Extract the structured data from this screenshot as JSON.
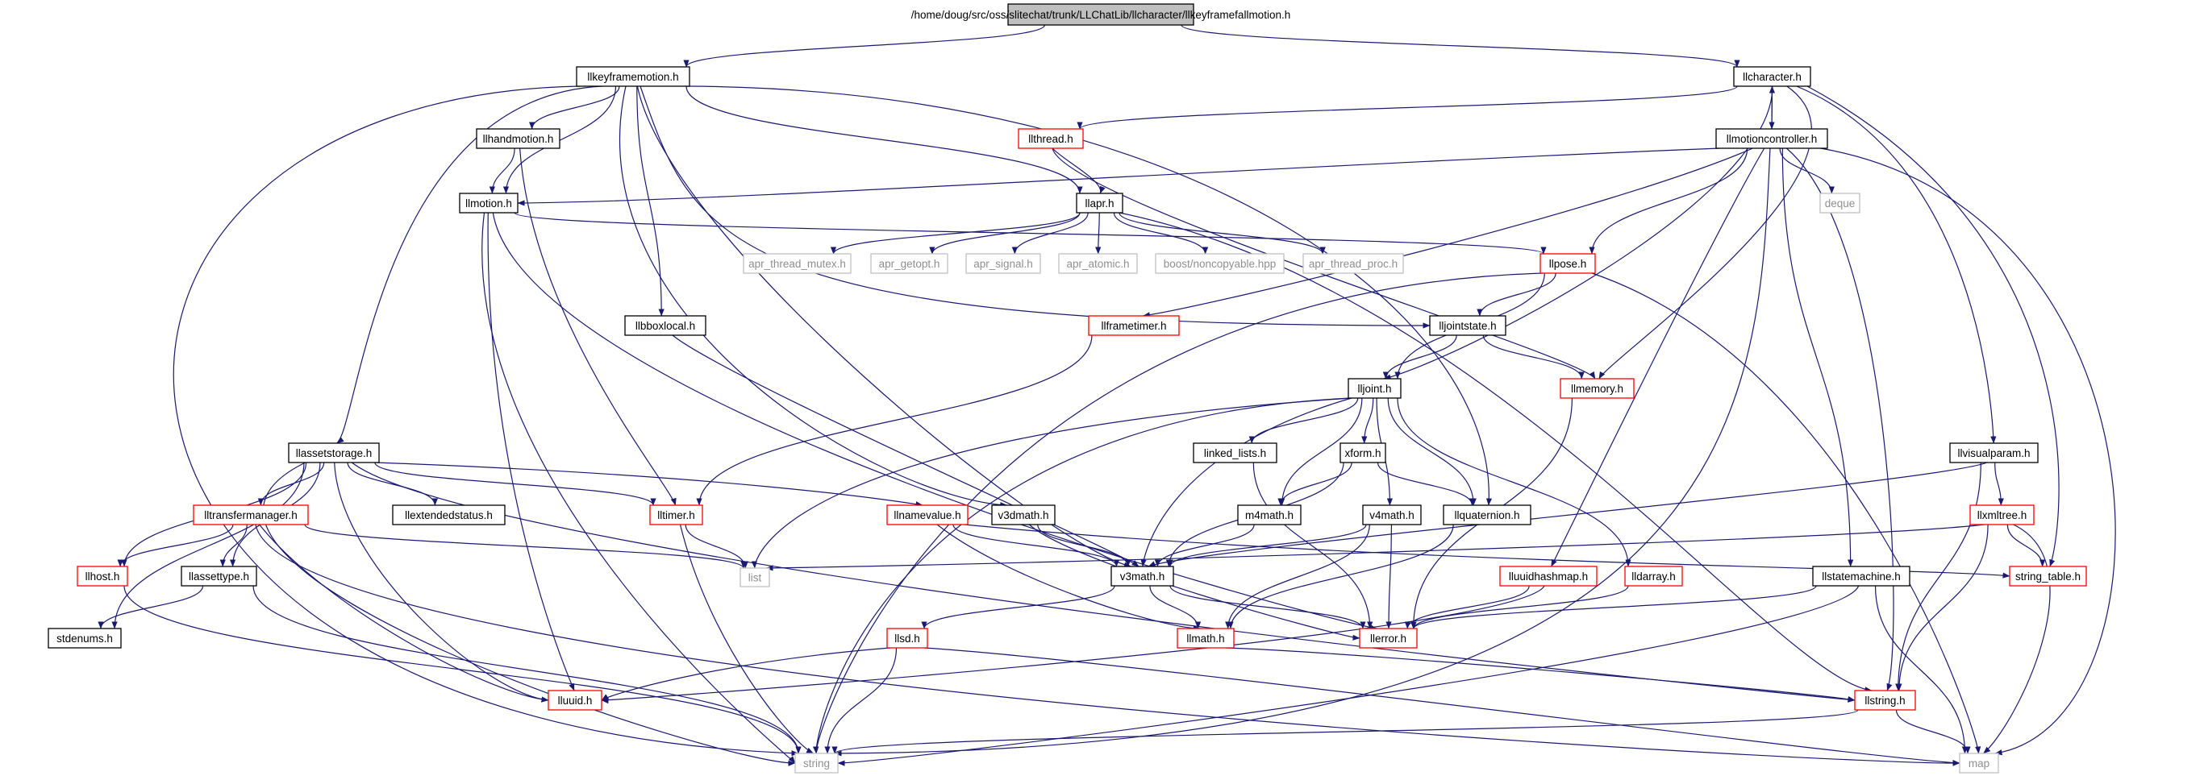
{
  "graph": {
    "colors": {
      "edge": "#191970",
      "border_black": "#000000",
      "border_red": "#ff0000",
      "border_gray": "#bfbfbf",
      "root_fill": "#bfbfbf",
      "text_normal": "#000000",
      "text_gray": "#8f8f8f"
    },
    "nodes": [
      {
        "id": "root",
        "label": "/home/doug/src/oss/slitechat/trunk/LLChatLib/llcharacter/llkeyframefallmotion.h",
        "kind": "root"
      },
      {
        "id": "llkeyframemotion",
        "label": "llkeyframemotion.h",
        "kind": "black"
      },
      {
        "id": "llcharacter",
        "label": "llcharacter.h",
        "kind": "black"
      },
      {
        "id": "llhandmotion",
        "label": "llhandmotion.h",
        "kind": "black"
      },
      {
        "id": "llthread",
        "label": "llthread.h",
        "kind": "red"
      },
      {
        "id": "llmotioncontroller",
        "label": "llmotioncontroller.h",
        "kind": "black"
      },
      {
        "id": "llmotion",
        "label": "llmotion.h",
        "kind": "black"
      },
      {
        "id": "llapr",
        "label": "llapr.h",
        "kind": "black"
      },
      {
        "id": "deque",
        "label": "deque",
        "kind": "gray"
      },
      {
        "id": "apr_thread_mutex",
        "label": "apr_thread_mutex.h",
        "kind": "gray"
      },
      {
        "id": "apr_getopt",
        "label": "apr_getopt.h",
        "kind": "gray"
      },
      {
        "id": "apr_signal",
        "label": "apr_signal.h",
        "kind": "gray"
      },
      {
        "id": "apr_atomic",
        "label": "apr_atomic.h",
        "kind": "gray"
      },
      {
        "id": "noncopyable",
        "label": "boost/noncopyable.hpp",
        "kind": "gray"
      },
      {
        "id": "apr_thread_proc",
        "label": "apr_thread_proc.h",
        "kind": "gray"
      },
      {
        "id": "llpose",
        "label": "llpose.h",
        "kind": "red"
      },
      {
        "id": "llbboxlocal",
        "label": "llbboxlocal.h",
        "kind": "black"
      },
      {
        "id": "llframetimer",
        "label": "llframetimer.h",
        "kind": "red"
      },
      {
        "id": "lljointstate",
        "label": "lljointstate.h",
        "kind": "black"
      },
      {
        "id": "llmemory",
        "label": "llmemory.h",
        "kind": "red"
      },
      {
        "id": "lljoint",
        "label": "lljoint.h",
        "kind": "black"
      },
      {
        "id": "llassetstorage",
        "label": "llassetstorage.h",
        "kind": "black"
      },
      {
        "id": "linked_lists",
        "label": "linked_lists.h",
        "kind": "black"
      },
      {
        "id": "xform",
        "label": "xform.h",
        "kind": "black"
      },
      {
        "id": "llvisualparam",
        "label": "llvisualparam.h",
        "kind": "black"
      },
      {
        "id": "llextendedstatus",
        "label": "llextendedstatus.h",
        "kind": "black"
      },
      {
        "id": "lltransfermanager",
        "label": "lltransfermanager.h",
        "kind": "red"
      },
      {
        "id": "lltimer",
        "label": "lltimer.h",
        "kind": "red"
      },
      {
        "id": "llnamevalue",
        "label": "llnamevalue.h",
        "kind": "red"
      },
      {
        "id": "v3dmath",
        "label": "v3dmath.h",
        "kind": "black"
      },
      {
        "id": "m4math",
        "label": "m4math.h",
        "kind": "black"
      },
      {
        "id": "v4math",
        "label": "v4math.h",
        "kind": "black"
      },
      {
        "id": "llquaternion",
        "label": "llquaternion.h",
        "kind": "black"
      },
      {
        "id": "llxmltree",
        "label": "llxmltree.h",
        "kind": "red"
      },
      {
        "id": "llhost",
        "label": "llhost.h",
        "kind": "red"
      },
      {
        "id": "llassettype",
        "label": "llassettype.h",
        "kind": "black"
      },
      {
        "id": "list",
        "label": "list",
        "kind": "gray"
      },
      {
        "id": "v3math",
        "label": "v3math.h",
        "kind": "black"
      },
      {
        "id": "lluuidhashmap",
        "label": "lluuidhashmap.h",
        "kind": "red"
      },
      {
        "id": "lldarray",
        "label": "lldarray.h",
        "kind": "red"
      },
      {
        "id": "llstatemachine",
        "label": "llstatemachine.h",
        "kind": "black"
      },
      {
        "id": "string_table",
        "label": "string_table.h",
        "kind": "red"
      },
      {
        "id": "stdenums",
        "label": "stdenums.h",
        "kind": "black"
      },
      {
        "id": "llsd",
        "label": "llsd.h",
        "kind": "red"
      },
      {
        "id": "llmath",
        "label": "llmath.h",
        "kind": "red"
      },
      {
        "id": "llerror",
        "label": "llerror.h",
        "kind": "red"
      },
      {
        "id": "lluuid",
        "label": "lluuid.h",
        "kind": "red"
      },
      {
        "id": "llstring",
        "label": "llstring.h",
        "kind": "red"
      },
      {
        "id": "string",
        "label": "string",
        "kind": "gray"
      },
      {
        "id": "map",
        "label": "map",
        "kind": "gray"
      }
    ],
    "edges": [
      [
        "root",
        "llkeyframemotion"
      ],
      [
        "root",
        "llcharacter"
      ],
      [
        "llkeyframemotion",
        "llhandmotion"
      ],
      [
        "llkeyframemotion",
        "llmotion"
      ],
      [
        "llkeyframemotion",
        "llapr"
      ],
      [
        "llkeyframemotion",
        "llbboxlocal"
      ],
      [
        "llkeyframemotion",
        "llassetstorage"
      ],
      [
        "llkeyframemotion",
        "lljointstate"
      ],
      [
        "llkeyframemotion",
        "v3dmath"
      ],
      [
        "llkeyframemotion",
        "v3math"
      ],
      [
        "llkeyframemotion",
        "llquaternion"
      ],
      [
        "llkeyframemotion",
        "string"
      ],
      [
        "llhandmotion",
        "llmotion"
      ],
      [
        "llhandmotion",
        "lltimer"
      ],
      [
        "llcharacter",
        "llthread"
      ],
      [
        "llcharacter",
        "llmotioncontroller"
      ],
      [
        "llcharacter",
        "lljoint"
      ],
      [
        "llcharacter",
        "llmemory"
      ],
      [
        "llcharacter",
        "llvisualparam"
      ],
      [
        "llcharacter",
        "string_table"
      ],
      [
        "llthread",
        "llapr"
      ],
      [
        "llthread",
        "llmemory"
      ],
      [
        "llmotioncontroller",
        "llcharacter"
      ],
      [
        "llmotioncontroller",
        "llmotion"
      ],
      [
        "llmotioncontroller",
        "deque"
      ],
      [
        "llmotioncontroller",
        "llpose"
      ],
      [
        "llmotioncontroller",
        "llframetimer"
      ],
      [
        "llmotioncontroller",
        "lluuidhashmap"
      ],
      [
        "llmotioncontroller",
        "llstatemachine"
      ],
      [
        "llmotioncontroller",
        "llstring"
      ],
      [
        "llmotioncontroller",
        "string"
      ],
      [
        "llmotioncontroller",
        "map"
      ],
      [
        "llmotion",
        "llpose"
      ],
      [
        "llmotion",
        "lluuid"
      ],
      [
        "llmotion",
        "llerror"
      ],
      [
        "llmotion",
        "string"
      ],
      [
        "llapr",
        "apr_thread_mutex"
      ],
      [
        "llapr",
        "apr_getopt"
      ],
      [
        "llapr",
        "apr_signal"
      ],
      [
        "llapr",
        "apr_atomic"
      ],
      [
        "llapr",
        "noncopyable"
      ],
      [
        "llapr",
        "apr_thread_proc"
      ],
      [
        "llapr",
        "llstring"
      ],
      [
        "llpose",
        "lljointstate"
      ],
      [
        "llpose",
        "lljoint"
      ],
      [
        "llpose",
        "string"
      ],
      [
        "llpose",
        "map"
      ],
      [
        "lljointstate",
        "lljoint"
      ],
      [
        "lljointstate",
        "llmemory"
      ],
      [
        "llframetimer",
        "lltimer"
      ],
      [
        "llmemory",
        "llerror"
      ],
      [
        "llbboxlocal",
        "v3math"
      ],
      [
        "lljoint",
        "linked_lists"
      ],
      [
        "lljoint",
        "xform"
      ],
      [
        "lljoint",
        "m4math"
      ],
      [
        "lljoint",
        "v4math"
      ],
      [
        "lljoint",
        "llquaternion"
      ],
      [
        "lljoint",
        "lldarray"
      ],
      [
        "lljoint",
        "v3math"
      ],
      [
        "lljoint",
        "list"
      ],
      [
        "lljoint",
        "string"
      ],
      [
        "xform",
        "m4math"
      ],
      [
        "xform",
        "llquaternion"
      ],
      [
        "xform",
        "v3math"
      ],
      [
        "linked_lists",
        "llerror"
      ],
      [
        "m4math",
        "v3math"
      ],
      [
        "v4math",
        "v3math"
      ],
      [
        "v4math",
        "llmath"
      ],
      [
        "v4math",
        "llerror"
      ],
      [
        "llquaternion",
        "llmath"
      ],
      [
        "llassetstorage",
        "llextendedstatus"
      ],
      [
        "llassetstorage",
        "lltransfermanager"
      ],
      [
        "llassetstorage",
        "lltimer"
      ],
      [
        "llassetstorage",
        "llnamevalue"
      ],
      [
        "llassetstorage",
        "llhost"
      ],
      [
        "llassetstorage",
        "llassettype"
      ],
      [
        "llassetstorage",
        "stdenums"
      ],
      [
        "llassetstorage",
        "lluuid"
      ],
      [
        "llassetstorage",
        "llstring"
      ],
      [
        "llassetstorage",
        "string"
      ],
      [
        "lltransfermanager",
        "llhost"
      ],
      [
        "lltransfermanager",
        "llassettype"
      ],
      [
        "lltransfermanager",
        "lluuid"
      ],
      [
        "lltransfermanager",
        "list"
      ],
      [
        "lltransfermanager",
        "map"
      ],
      [
        "lltimer",
        "list"
      ],
      [
        "lltimer",
        "string"
      ],
      [
        "llnamevalue",
        "v3math"
      ],
      [
        "llnamevalue",
        "string_table"
      ],
      [
        "llnamevalue",
        "llmath"
      ],
      [
        "v3dmath",
        "v3math"
      ],
      [
        "v3dmath",
        "llerror"
      ],
      [
        "llvisualparam",
        "llxmltree"
      ],
      [
        "llvisualparam",
        "llstring"
      ],
      [
        "llvisualparam",
        "v3math"
      ],
      [
        "llxmltree",
        "string_table"
      ],
      [
        "llxmltree",
        "llstring"
      ],
      [
        "llxmltree",
        "list"
      ],
      [
        "llxmltree",
        "map"
      ],
      [
        "llhost",
        "string"
      ],
      [
        "llassettype",
        "stdenums"
      ],
      [
        "llassettype",
        "string"
      ],
      [
        "v3math",
        "llsd"
      ],
      [
        "v3math",
        "llmath"
      ],
      [
        "v3math",
        "llerror"
      ],
      [
        "lluuidhashmap",
        "llerror"
      ],
      [
        "lluuidhashmap",
        "lluuid"
      ],
      [
        "lldarray",
        "llerror"
      ],
      [
        "llstatemachine",
        "llerror"
      ],
      [
        "llstatemachine",
        "string"
      ],
      [
        "llstatemachine",
        "map"
      ],
      [
        "llsd",
        "lluuid"
      ],
      [
        "llsd",
        "string"
      ],
      [
        "llsd",
        "map"
      ],
      [
        "llmath",
        "llstring"
      ],
      [
        "llstring",
        "string"
      ],
      [
        "llstring",
        "map"
      ]
    ]
  }
}
